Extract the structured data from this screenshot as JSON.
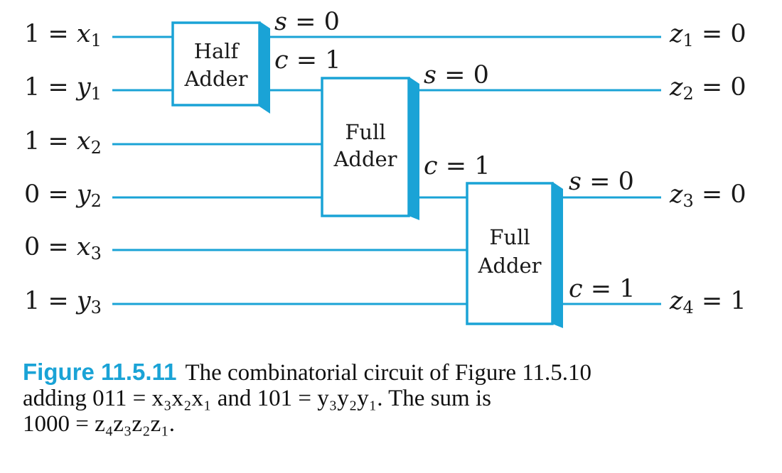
{
  "inputs": [
    {
      "value": "1",
      "var": "x",
      "sub": "1"
    },
    {
      "value": "1",
      "var": "y",
      "sub": "1"
    },
    {
      "value": "1",
      "var": "x",
      "sub": "2"
    },
    {
      "value": "0",
      "var": "y",
      "sub": "2"
    },
    {
      "value": "0",
      "var": "x",
      "sub": "3"
    },
    {
      "value": "1",
      "var": "y",
      "sub": "3"
    }
  ],
  "outputs": [
    {
      "var": "z",
      "sub": "1",
      "value": "0"
    },
    {
      "var": "z",
      "sub": "2",
      "value": "0"
    },
    {
      "var": "z",
      "sub": "3",
      "value": "0"
    },
    {
      "var": "z",
      "sub": "4",
      "value": "1"
    }
  ],
  "adders": [
    {
      "line1": "Half",
      "line2": "Adder",
      "sum_var": "s",
      "sum_value": "0",
      "carry_var": "c",
      "carry_value": "1"
    },
    {
      "line1": "Full",
      "line2": "Adder",
      "sum_var": "s",
      "sum_value": "0",
      "carry_var": "c",
      "carry_value": "1"
    },
    {
      "line1": "Full",
      "line2": "Adder",
      "sum_var": "s",
      "sum_value": "0",
      "carry_var": "c",
      "carry_value": "1"
    }
  ],
  "equals": "=",
  "caption": {
    "figure_number": "Figure 11.5.11",
    "line1": "The combinatorial circuit of Figure 11.5.10",
    "line2": "adding 011 = x₃x₂x₁ and 101 = y₃y₂y₁. The sum is",
    "line3": "1000 = z₄z₃z₂z₁."
  },
  "colors": {
    "accent": "#1aa3d6",
    "text": "#1a1a1a"
  }
}
